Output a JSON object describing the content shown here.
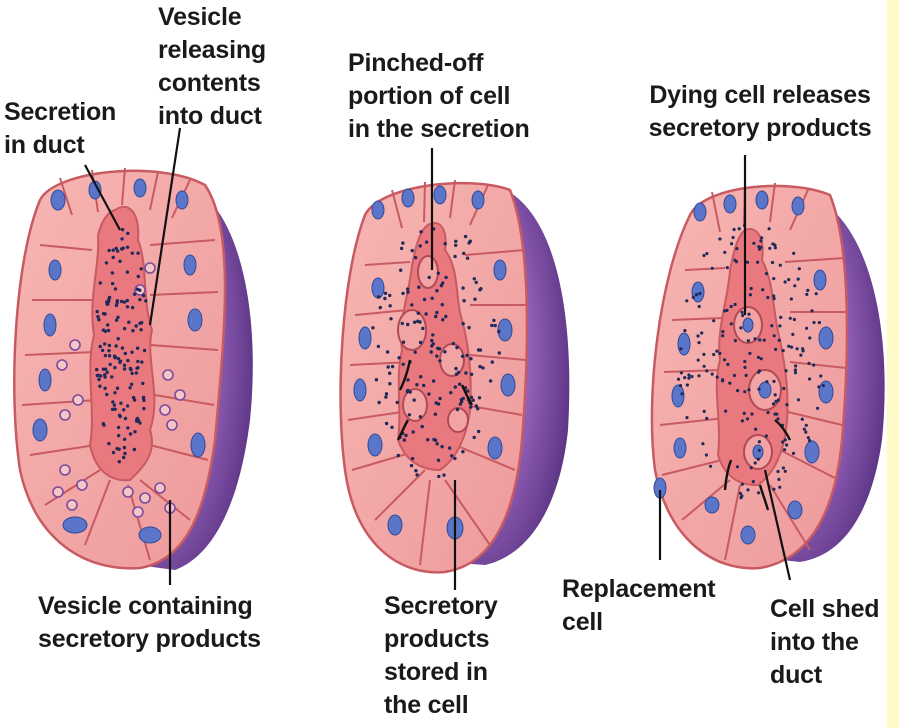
{
  "labels": {
    "vesicle_releasing": "Vesicle\nreleasing\ncontents\ninto duct",
    "secretion_in_duct": "Secretion\nin duct",
    "pinched_off": "Pinched-off\nportion of cell\nin the secretion",
    "dying_cell": "Dying cell releases\nsecretory products",
    "vesicle_containing": "Vesicle containing\nsecretory products",
    "secretory_stored": "Secretory\nproducts\nstored in\nthe cell",
    "replacement_cell": "Replacement\ncell",
    "cell_shed": "Cell shed\ninto the\nduct"
  },
  "colors": {
    "cell_fill": "#f3a5a5",
    "cell_border": "#c85a62",
    "duct_fill": "#e9787f",
    "nucleus": "#5b76c8",
    "capsule": "#7a4b9e",
    "granule": "#1e2a5a",
    "strip": "#fff9c8"
  }
}
